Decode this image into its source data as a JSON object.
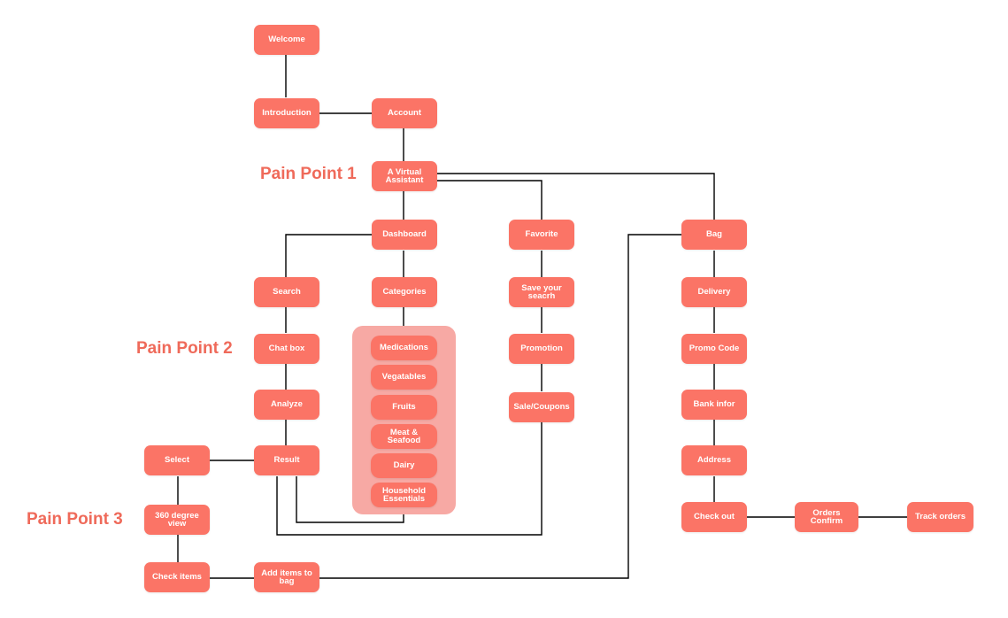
{
  "colors": {
    "node": "#fb7466",
    "group_bg": "#f7a9a4",
    "pain_text": "#ef6a5a",
    "line": "#000000"
  },
  "pain_points": {
    "p1": "Pain Point 1",
    "p2": "Pain Point 2",
    "p3": "Pain Point 3"
  },
  "nodes": {
    "welcome": "Welcome",
    "introduction": "Introduction",
    "account": "Account",
    "virtual_assistant": "A Virtual Assistant",
    "dashboard": "Dashboard",
    "favorite": "Favorite",
    "bag": "Bag",
    "search": "Search",
    "categories": "Categories",
    "save_search": "Save your seacrh",
    "delivery": "Delivery",
    "chat_box": "Chat box",
    "promotion": "Promotion",
    "promo_code": "Promo Code",
    "analyze": "Analyze",
    "sale_coupons": "Sale/Coupons",
    "bank_infor": "Bank infor",
    "select": "Select",
    "result": "Result",
    "address": "Address",
    "view_360": "360 degree view",
    "check_out": "Check out",
    "orders_confirm": "Orders Confirm",
    "track_orders": "Track orders",
    "check_items": "Check items",
    "add_items_bag": "Add items to bag"
  },
  "category_items": {
    "medications": "Medications",
    "vegatables": "Vegatables",
    "fruits": "Fruits",
    "meat_seafood": "Meat & Seafood",
    "dairy": "Dairy",
    "household": "Household Essentials"
  }
}
